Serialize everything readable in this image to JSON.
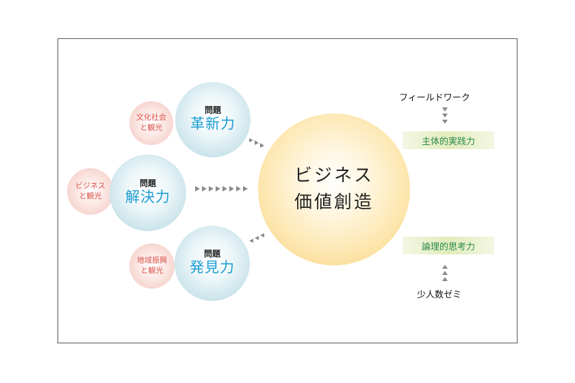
{
  "center": {
    "line1": "ビジネス",
    "line2": "価値創造"
  },
  "problems": [
    {
      "small": "問題",
      "big": "革新力",
      "tag_line1": "文化社会",
      "tag_line2": "と観光"
    },
    {
      "small": "問題",
      "big": "解決力",
      "tag_line1": "ビジネス",
      "tag_line2": "と観光"
    },
    {
      "small": "問題",
      "big": "発見力",
      "tag_line1": "地域振興",
      "tag_line2": "と観光"
    }
  ],
  "right": {
    "top_source": "フィールドワーク",
    "top_box": "主体的実践力",
    "bottom_box": "論理的思考力",
    "bottom_source": "少人数ゼミ"
  },
  "colors": {
    "blue_text": "#1e9ed2",
    "pink_text": "#d9534b",
    "green_text": "#2d8a4e",
    "arrow": "#8a8a8a"
  }
}
